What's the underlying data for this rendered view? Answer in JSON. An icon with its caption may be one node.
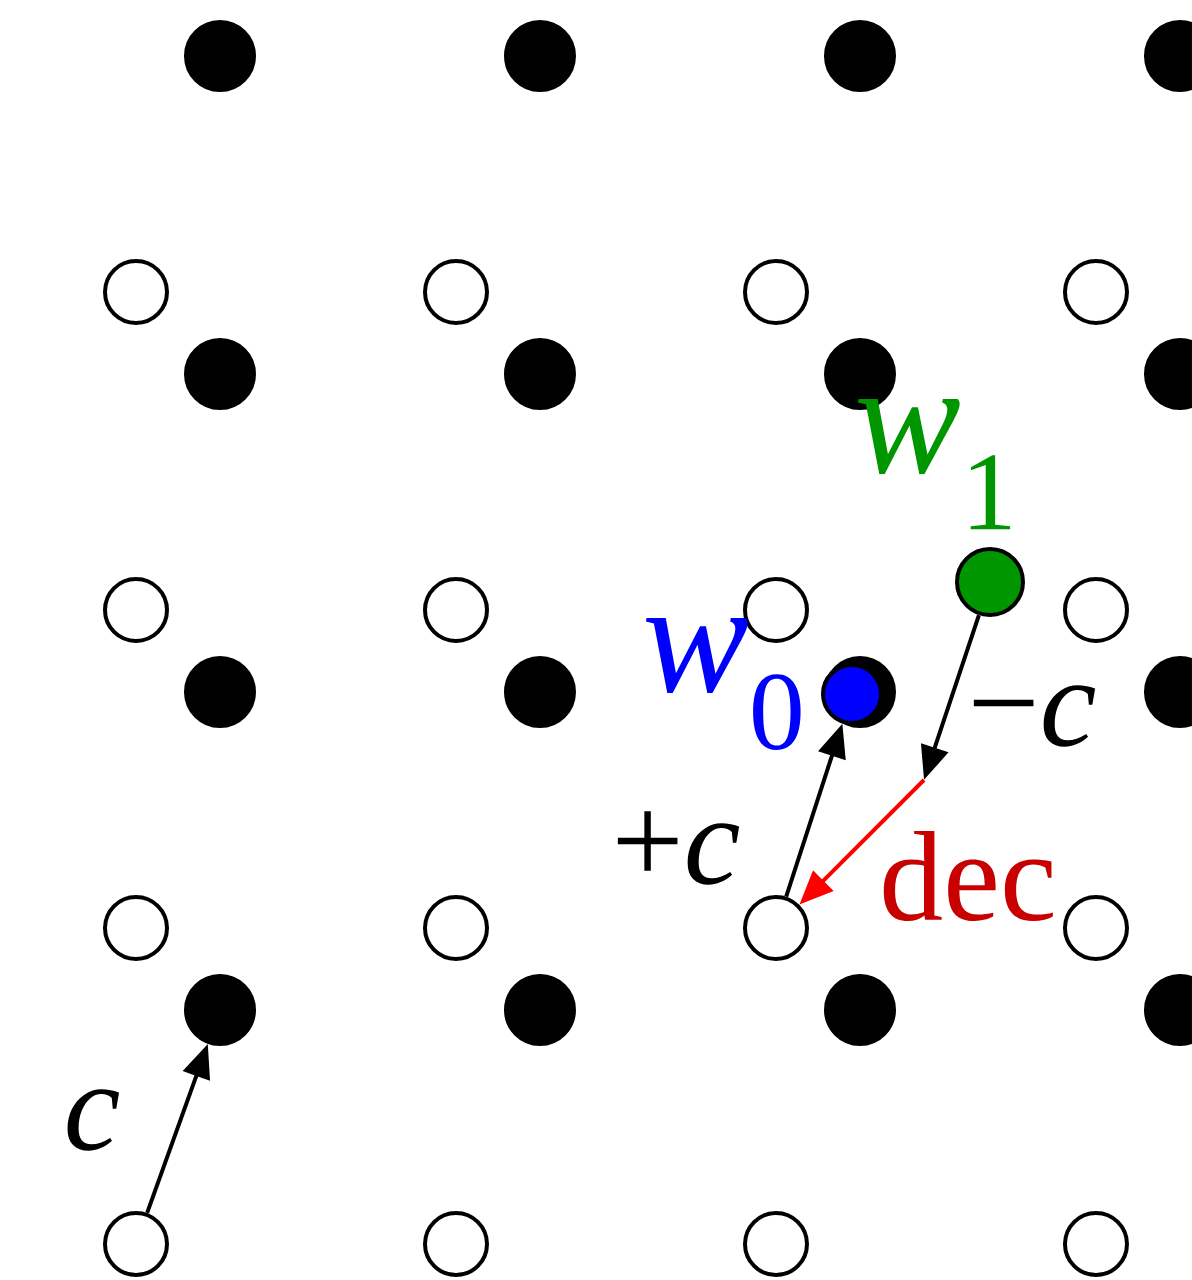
{
  "diagram": {
    "nodes": [
      {
        "text": [],
        "shape": "circle"
      },
      {
        "text": [],
        "shape": "circle"
      },
      {
        "text": [],
        "shape": "circle"
      },
      {
        "text": [],
        "shape": "circle"
      },
      {
        "text": [],
        "shape": "circle"
      },
      {
        "text": [],
        "shape": "circle"
      },
      {
        "text": [],
        "shape": "circle"
      },
      {
        "text": [],
        "shape": "circle"
      },
      {
        "text": [],
        "shape": "circle"
      },
      {
        "text": [],
        "shape": "circle"
      },
      {
        "text": [],
        "shape": "circle"
      },
      {
        "text": [],
        "shape": "circle"
      },
      {
        "text": [],
        "shape": "circle",
        "beside": [
          "*w*$_{1}$"
        ]
      },
      {
        "text": [],
        "shape": "circle"
      },
      {
        "text": [],
        "shape": "circle"
      },
      {
        "text": [],
        "shape": "circle"
      },
      {
        "text": [],
        "shape": "circle"
      },
      {
        "text": [],
        "shape": "circle"
      },
      {
        "text": [],
        "shape": "circle"
      },
      {
        "text": [],
        "shape": "circle"
      },
      {
        "text": [],
        "shape": "circle"
      },
      {
        "text": [],
        "shape": "circle",
        "beside": [
          "*w*$_{0}$"
        ],
        "in": 19
      },
      {
        "text": [],
        "shape": "circle"
      },
      {
        "text": [],
        "shape": "circle"
      },
      {
        "text": [],
        "shape": "circle"
      },
      {
        "text": [],
        "shape": "circle"
      },
      {
        "text": [],
        "shape": "circle"
      },
      {
        "text": [],
        "shape": "circle"
      },
      {
        "text": [],
        "shape": "circle"
      },
      {
        "text": [],
        "shape": "circle"
      },
      {
        "text": [],
        "shape": "circle"
      },
      {
        "text": [],
        "shape": "circle"
      },
      {
        "text": [],
        "shape": "circle"
      },
      {
        "text": [],
        "shape": "circle"
      }
    ],
    "edges": [
      {
        "from": 30,
        "to": 26,
        "arrow": "to",
        "label": "*c*"
      },
      {
        "from": 24,
        "to": 21,
        "arrow": "to",
        "label": "+*c*"
      },
      {
        "from": 12,
        "to": null,
        "arrow": "to",
        "label": "−*c*"
      },
      {
        "from": null,
        "to": 24,
        "arrow": "to",
        "label": "dec",
        "color": "#ff0000"
      }
    ]
  }
}
